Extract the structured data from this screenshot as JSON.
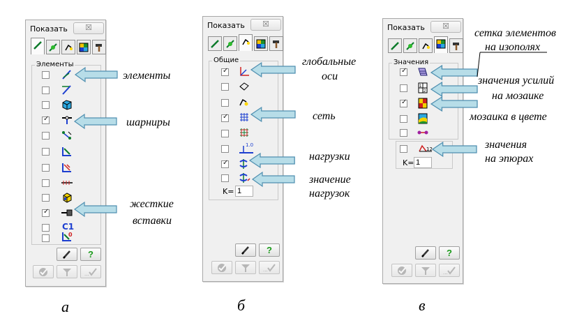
{
  "panels": [
    {
      "id": "a",
      "title": "Показать",
      "close": "☒",
      "group_label": "Элементы",
      "k_label": "",
      "k_value": "",
      "checkbox_states": [
        false,
        false,
        false,
        true,
        false,
        false,
        false,
        false,
        false,
        true,
        false,
        false
      ]
    },
    {
      "id": "b",
      "title": "Показать",
      "close": "☒",
      "group_label": "Общие",
      "k_label": "K=",
      "k_value": "1",
      "checkbox_states": [
        true,
        false,
        false,
        true,
        false,
        false,
        true,
        false
      ]
    },
    {
      "id": "c",
      "title": "Показать",
      "close": "☒",
      "group_label": "Значения",
      "k_label": "K=",
      "k_value": "1",
      "checkbox_states": [
        true,
        false,
        true,
        false,
        false,
        false
      ]
    }
  ],
  "icons": {
    "panel_a": [
      "element-icon",
      "bar-icon",
      "plate-icon",
      "hinge-icon",
      "rigid-link-icon",
      "spring-icon",
      "constraint-icon",
      "chain-icon",
      "cube-icon",
      "rigid-insert-icon",
      "c1-label",
      "coupling-icon"
    ],
    "panel_b": [
      "global-axes-icon",
      "eraser-icon",
      "pin-icon",
      "grid-icon",
      "mesh-icon",
      "scale-icon",
      "load-icon",
      "load-value-icon"
    ],
    "panel_c": [
      "force-values-icon",
      "mosaic-icon",
      "color-mosaic-icon",
      "isofield-icon",
      "node-link-icon",
      "diagram-values-icon"
    ]
  },
  "c1_text": "C1",
  "help_label": "?",
  "annotations": {
    "a_elements": "элементы",
    "a_hinges": "шарниры",
    "a_rigid_1": "жесткие",
    "a_rigid_2": "вставки",
    "b_axes_1": "глобальные",
    "b_axes_2": "оси",
    "b_grid": "сеть",
    "b_loads": "нагрузки",
    "b_loadval_1": "значение",
    "b_loadval_2": "нагрузок",
    "c_grid_1": "сетка элементов",
    "c_grid_2": "на изополях",
    "c_force_1": "значения усилий",
    "c_force_2": "на мозаике",
    "c_mosaic": "мозаика в цвете",
    "c_diag_1": "значения",
    "c_diag_2": "на эпюрах"
  },
  "captions": {
    "a": "а",
    "b": "б",
    "c": "в"
  },
  "colors": {
    "arrow_fill": "#b7dde8",
    "arrow_stroke": "#4f8fb0",
    "panel_bg": "#f0f0f0",
    "help": "#1a9a1a",
    "c1": "#1d3fd0"
  }
}
